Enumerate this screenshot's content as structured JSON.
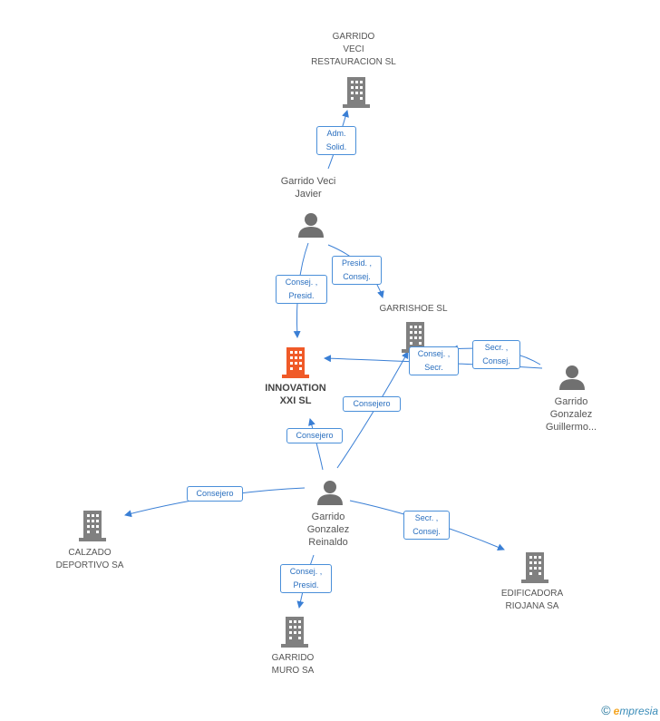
{
  "nodes": {
    "garrido_veci_restauracion": [
      "GARRIDO",
      "VECI",
      "RESTAURACION SL"
    ],
    "garrido_veci_javier": [
      "Garrido Veci",
      "Javier"
    ],
    "garrishoe": [
      "GARRISHOE  SL"
    ],
    "innovation": [
      "INNOVATION",
      "XXI SL"
    ],
    "garrido_gonzalez_guillermo": [
      "Garrido",
      "Gonzalez",
      "Guillermo..."
    ],
    "garrido_gonzalez_reinaldo": [
      "Garrido",
      "Gonzalez",
      "Reinaldo"
    ],
    "calzado_deportivo": [
      "CALZADO",
      "DEPORTIVO SA"
    ],
    "edificadora_riojana": [
      "EDIFICADORA",
      "RIOJANA SA"
    ],
    "garrido_muro": [
      "GARRIDO",
      "MURO SA"
    ]
  },
  "edges": {
    "adm_solid": [
      "Adm.",
      "Solid."
    ],
    "consej_presid_javier": [
      "Consej. ,",
      "Presid."
    ],
    "presid_consej_javier": [
      "Presid. ,",
      "Consej."
    ],
    "consej_secr_garrishoe": [
      "Consej. ,",
      "Secr."
    ],
    "secr_consej_guillermo": [
      "Secr. ,",
      "Consej."
    ],
    "consejero_garrishoe": [
      "Consejero"
    ],
    "consejero_innovation": [
      "Consejero"
    ],
    "consejero_calzado": [
      "Consejero"
    ],
    "secr_consej_edificadora": [
      "Secr. ,",
      "Consej."
    ],
    "consej_presid_muro": [
      "Consej. ,",
      "Presid."
    ]
  },
  "colors": {
    "edge": "#3a7fd5",
    "building": "#808080",
    "building_main": "#f05a28",
    "person": "#707070"
  },
  "footer": {
    "copyright": "©",
    "brand_initial": "e",
    "brand_rest": "mpresia"
  }
}
